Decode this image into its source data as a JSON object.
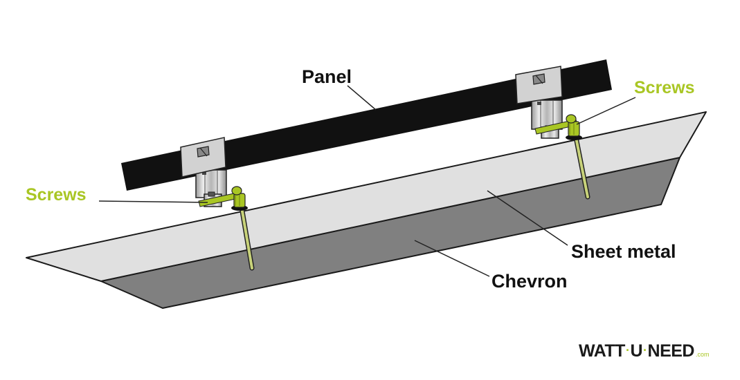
{
  "labels": {
    "panel": "Panel",
    "screws_right": "Screws",
    "screws_left": "Screws",
    "sheet_metal": "Sheet metal",
    "chevron": "Chevron"
  },
  "logo": {
    "part1": "WATT",
    "sep1": "·",
    "part2": "U",
    "sep2": "·",
    "part3": "NEED",
    "tld": ".com"
  },
  "colors": {
    "panel": "#111111",
    "sheet_metal": "#e0e0e0",
    "chevron": "#808080",
    "clamp": "#d2d2d2",
    "screw_accent": "#a9c624",
    "label_green": "#a9c624"
  }
}
